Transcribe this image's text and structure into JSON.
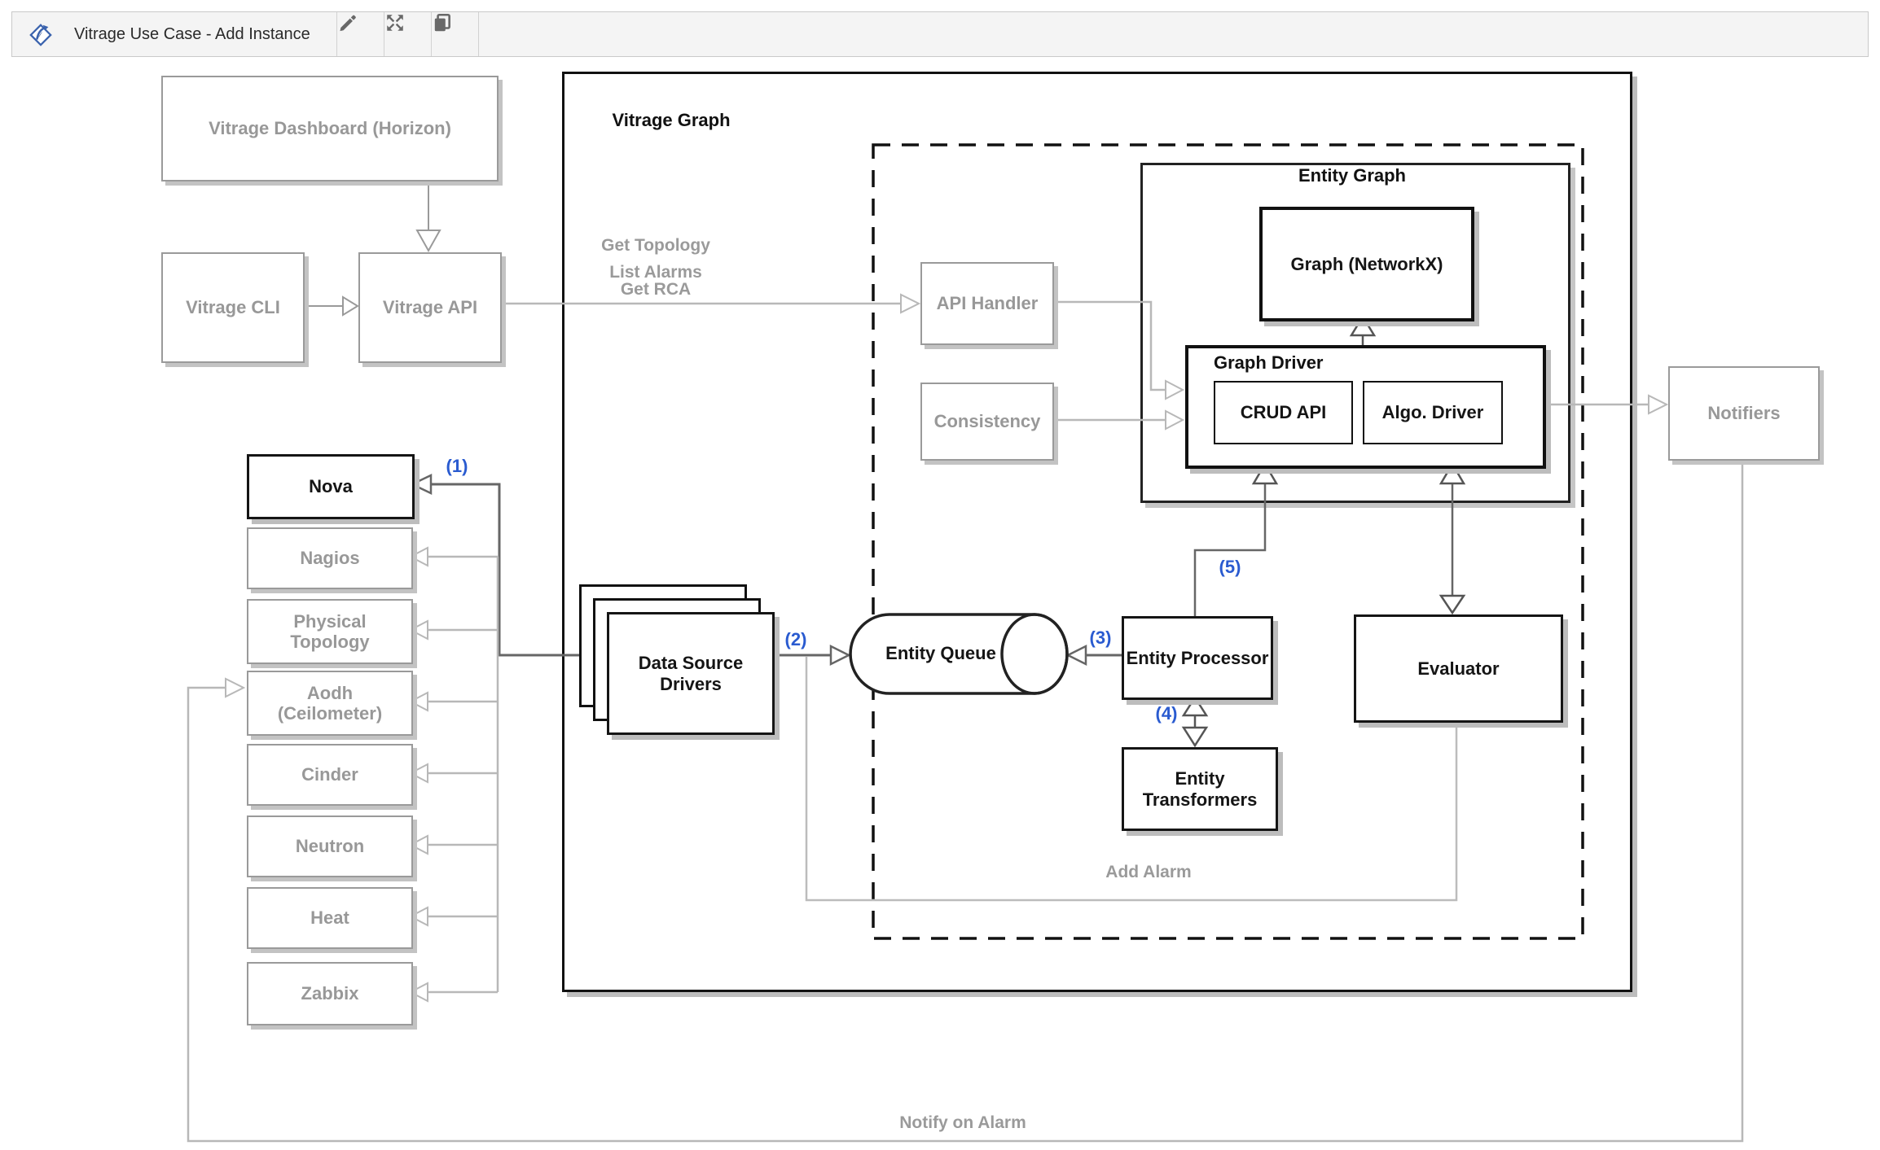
{
  "toolbar": {
    "title": "Vitrage Use Case - Add Instance",
    "icons": [
      "gliffy-logo-icon",
      "pencil-icon",
      "expand-icon",
      "copy-icon"
    ]
  },
  "colors": {
    "step_blue": "#2a5bd0",
    "gray_text": "#989898",
    "black_text": "#151515",
    "light_line": "#b8b8b8",
    "dark_line": "#666666",
    "logo_blue": "#3a62ad",
    "toolbar_bg": "#f4f4f4"
  },
  "nodes": {
    "dashboard": "Vitrage Dashboard (Horizon)",
    "cli": "Vitrage CLI",
    "api": "Vitrage API",
    "api_handler": "API Handler",
    "consistency": "Consistency",
    "vitrage_graph": "Vitrage Graph",
    "entity_graph": "Entity Graph",
    "graph_networkx": "Graph (NetworkX)",
    "graph_driver": "Graph Driver",
    "crud_api": "CRUD API",
    "algo_driver": "Algo. Driver",
    "data_source_drivers": "Data Source Drivers",
    "entity_queue": "Entity Queue",
    "entity_processor": "Entity Processor",
    "entity_transformers": "Entity Transformers",
    "evaluator": "Evaluator",
    "notifiers": "Notifiers"
  },
  "datasources": [
    {
      "label": "Nova",
      "highlighted": true
    },
    {
      "label": "Nagios",
      "highlighted": false
    },
    {
      "label": "Physical Topology",
      "highlighted": false
    },
    {
      "label": "Aodh (Ceilometer)",
      "highlighted": false
    },
    {
      "label": "Cinder",
      "highlighted": false
    },
    {
      "label": "Neutron",
      "highlighted": false
    },
    {
      "label": "Heat",
      "highlighted": false
    },
    {
      "label": "Zabbix",
      "highlighted": false
    }
  ],
  "edge_labels": {
    "get_topology": "Get Topology",
    "list_alarms": "List Alarms",
    "get_rca": "Get RCA",
    "add_alarm": "Add Alarm",
    "notify_on_alarm": "Notify on Alarm"
  },
  "steps": {
    "s1": "(1)",
    "s2": "(2)",
    "s3": "(3)",
    "s4": "(4)",
    "s5": "(5)"
  }
}
